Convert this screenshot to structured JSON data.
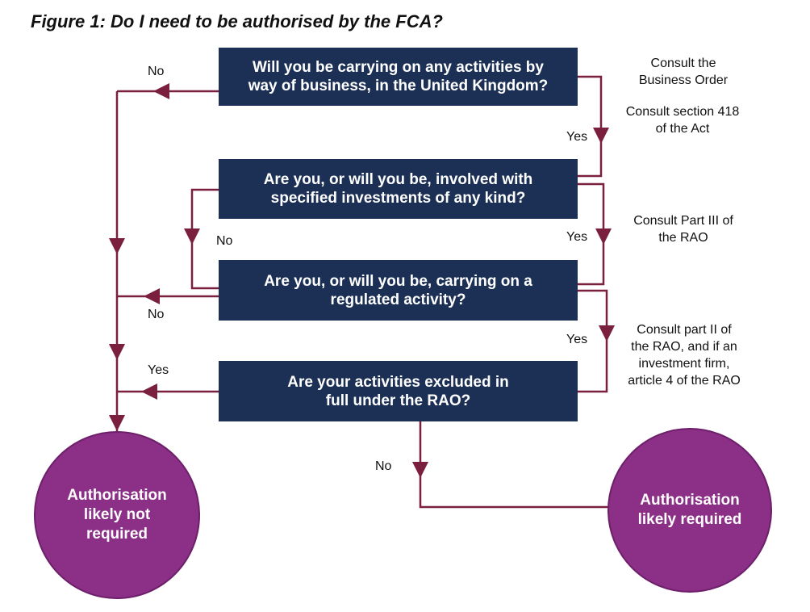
{
  "title": "Figure 1: Do I need to be authorised by the FCA?",
  "colors": {
    "box": "#1c3055",
    "connector": "#7a1f3d",
    "circle": "#8b2f87"
  },
  "questions": [
    "Will you be carrying on any activities by way of business, in the United Kingdom?",
    "Are you, or will you be, involved with specified investments of any kind?",
    "Are you, or will you be, carrying on a regulated activity?",
    "Are your activities excluded in full under the RAO?"
  ],
  "outcomes": {
    "not_required": "Authorisation likely not required",
    "required": "Authorisation likely required"
  },
  "notes": [
    "Consult the Business Order",
    "Consult section 418 of the Act",
    "Consult Part III of the RAO",
    "Consult part II of the RAO, and if an investment firm, article 4 of the RAO"
  ],
  "labels": {
    "q1_no": "No",
    "q1_yes": "Yes",
    "q2_no": "No",
    "q2_yes": "Yes",
    "q3_no": "No",
    "q3_yes": "Yes",
    "q4_yes": "Yes",
    "q4_no": "No"
  }
}
